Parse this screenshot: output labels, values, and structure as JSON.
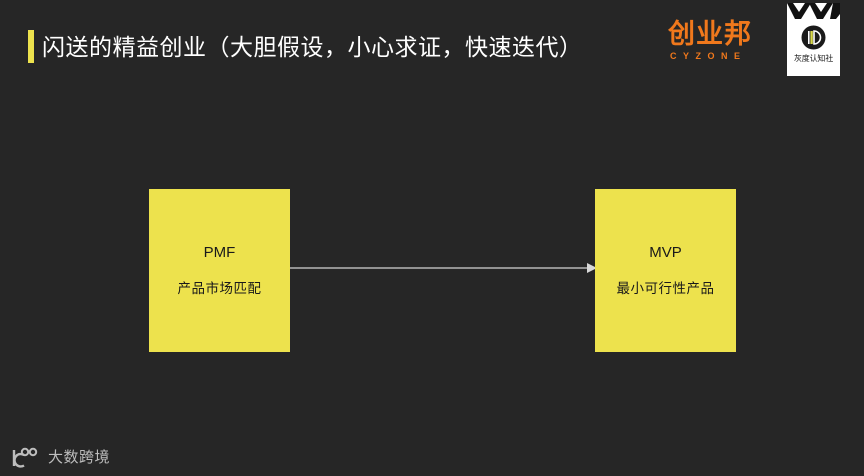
{
  "slide": {
    "background_color": "#262626",
    "accent_color": "#EDE24D",
    "brand_orange": "#F0781C"
  },
  "header": {
    "title": "闪送的精益创业（大胆假设，小心求证，快速迭代）",
    "accent_bar": "yellow-accent-bar"
  },
  "brands": {
    "cyzone": {
      "cn": "创业邦",
      "en": "CYZONE",
      "color": "#F0781C"
    },
    "card": {
      "label": "灰度认知社",
      "mark": "circle-monogram-icon",
      "pattern": "zigzag-pattern"
    }
  },
  "diagram": {
    "type": "flow",
    "nodes": [
      {
        "id": "pmf",
        "title": "PMF",
        "subtitle": "产品市场匹配",
        "fill": "#EDE24D",
        "text_color": "#1A1A1A"
      },
      {
        "id": "mvp",
        "title": "MVP",
        "subtitle": "最小可行性产品",
        "fill": "#EDE24D",
        "text_color": "#1A1A1A"
      }
    ],
    "connector": {
      "from": "pmf",
      "to": "mvp",
      "style": "arrow-right",
      "color": "#B5B5B5"
    }
  },
  "footer": {
    "watermark_text": "大数跨境",
    "watermark_mark": "dashukuajing-logo-icon"
  }
}
